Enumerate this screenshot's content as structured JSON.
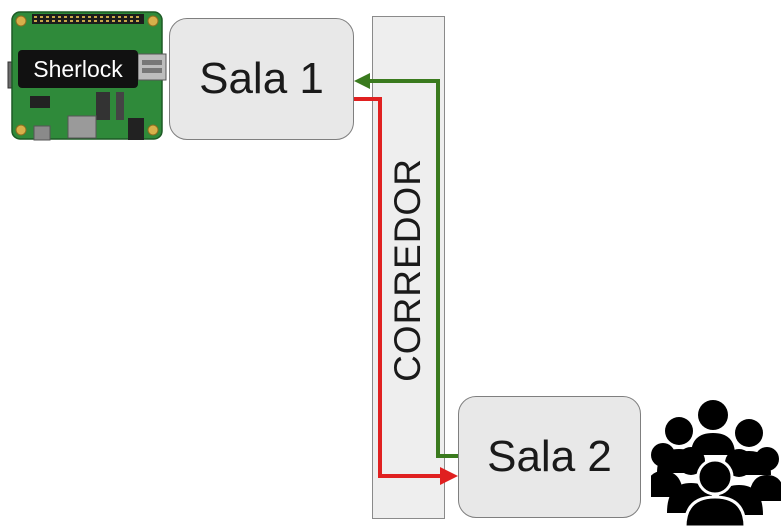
{
  "device": {
    "label": "Sherlock",
    "icon": "raspberry-pi-board-icon",
    "board_color": "#2e7d32"
  },
  "rooms": [
    {
      "id": "room-1",
      "label": "Sala 1"
    },
    {
      "id": "room-2",
      "label": "Sala 2"
    }
  ],
  "corridor": {
    "label": "CORREDOR"
  },
  "people_icon": "group-of-people-icon",
  "paths": [
    {
      "from": "Sala 1",
      "to": "Sala 2",
      "color": "#e02020"
    },
    {
      "from": "Sala 2",
      "to": "Sala 1",
      "color": "#3a7a1e"
    }
  ]
}
